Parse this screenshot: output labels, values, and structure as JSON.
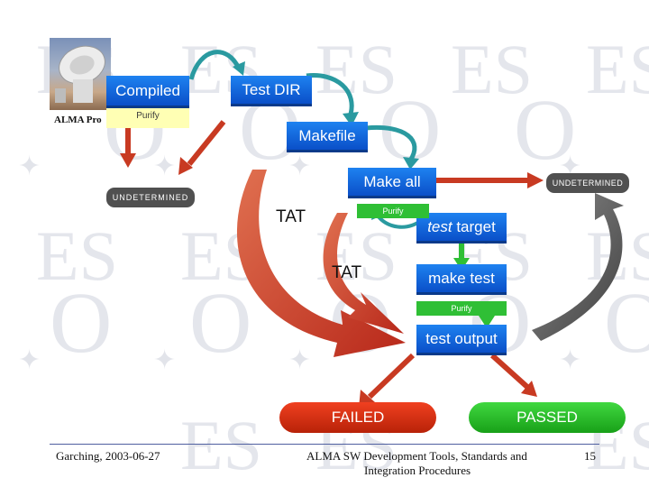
{
  "header": {
    "org_label": "ALMA Pro"
  },
  "watermark": {
    "text": "ES",
    "letter": "O",
    "star": "✦"
  },
  "nodes": {
    "compiled": "Compiled",
    "test_dir": "Test DIR",
    "makefile": "Makefile",
    "make_all": "Make all",
    "test_target_italic": "test",
    "test_target_rest": " target",
    "make_test": "make test",
    "test_output": "test output"
  },
  "purify_labels": {
    "compiled": "Purify",
    "make_all": "Purify",
    "make_test": "Purify"
  },
  "status": {
    "undetermined_left": "UNDETERMINED",
    "undetermined_right": "UNDETERMINED",
    "failed": "FAILED",
    "passed": "PASSED"
  },
  "tat_labels": {
    "upper": "TAT",
    "lower": "TAT"
  },
  "footer": {
    "location_date": "Garching, 2003-06-27",
    "title_line1": "ALMA SW Development Tools, Standards and",
    "title_line2": "Integration Procedures",
    "page_number": "15"
  },
  "colors": {
    "node_blue": "#1270e6",
    "purify_yellow": "#ffffb4",
    "purify_green": "#2fbf35",
    "failed_red": "#d83010",
    "passed_green": "#28c028",
    "undetermined_gray": "#505050",
    "arrow_red": "#c83a22",
    "arrow_gray": "#5a5a5a",
    "arrow_teal": "#2a9aa0"
  },
  "icons": {
    "logo": "antenna-dish-icon"
  }
}
